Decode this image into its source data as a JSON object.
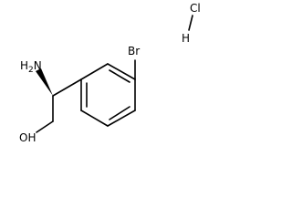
{
  "molecule": {
    "atoms": {
      "amine": {
        "main": "H",
        "sub": "2",
        "tail": "N"
      },
      "hydroxyl": "OH",
      "bromine": "Br",
      "hcl_cl": "Cl",
      "hcl_h": "H"
    },
    "stereo_bond": "wedge",
    "colors": {
      "bond": "#000000",
      "label": "#000000",
      "background": "#ffffff"
    }
  }
}
